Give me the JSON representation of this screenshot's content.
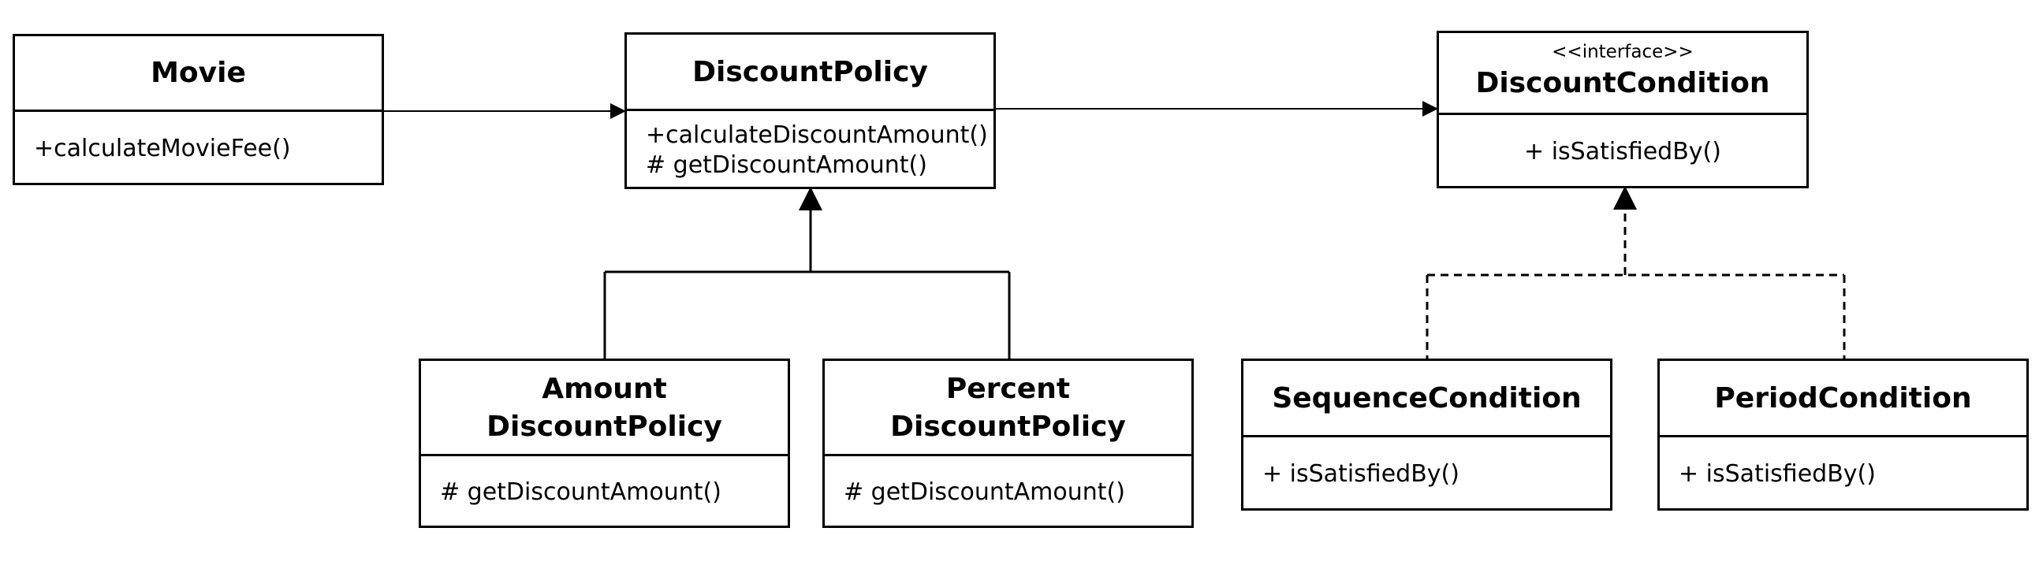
{
  "classes": {
    "movie": {
      "name": "Movie",
      "methods": [
        "+calculateMovieFee()"
      ]
    },
    "discount_policy": {
      "name": "DiscountPolicy",
      "methods": [
        "+calculateDiscountAmount()",
        "# getDiscountAmount()"
      ]
    },
    "discount_condition": {
      "stereotype": "<<interface>>",
      "name": "DiscountCondition",
      "methods": [
        "+ isSatisfiedBy()"
      ]
    },
    "amount_discount_policy": {
      "name": "Amount\nDiscountPolicy",
      "methods": [
        "# getDiscountAmount()"
      ]
    },
    "percent_discount_policy": {
      "name": "Percent\nDiscountPolicy",
      "methods": [
        "# getDiscountAmount()"
      ]
    },
    "sequence_condition": {
      "name": "SequenceCondition",
      "methods": [
        "+ isSatisfiedBy()"
      ]
    },
    "period_condition": {
      "name": "PeriodCondition",
      "methods": [
        "+ isSatisfiedBy()"
      ]
    }
  },
  "relationships": [
    {
      "type": "association",
      "from": "Movie",
      "to": "DiscountPolicy",
      "line": "solid"
    },
    {
      "type": "association",
      "from": "DiscountPolicy",
      "to": "DiscountCondition",
      "line": "solid"
    },
    {
      "type": "generalization",
      "from": "Amount DiscountPolicy",
      "to": "DiscountPolicy",
      "line": "solid"
    },
    {
      "type": "generalization",
      "from": "Percent DiscountPolicy",
      "to": "DiscountPolicy",
      "line": "solid"
    },
    {
      "type": "realization",
      "from": "SequenceCondition",
      "to": "DiscountCondition",
      "line": "dashed"
    },
    {
      "type": "realization",
      "from": "PeriodCondition",
      "to": "DiscountCondition",
      "line": "dashed"
    }
  ],
  "colors": {
    "line": "#000000",
    "background": "#ffffff"
  }
}
